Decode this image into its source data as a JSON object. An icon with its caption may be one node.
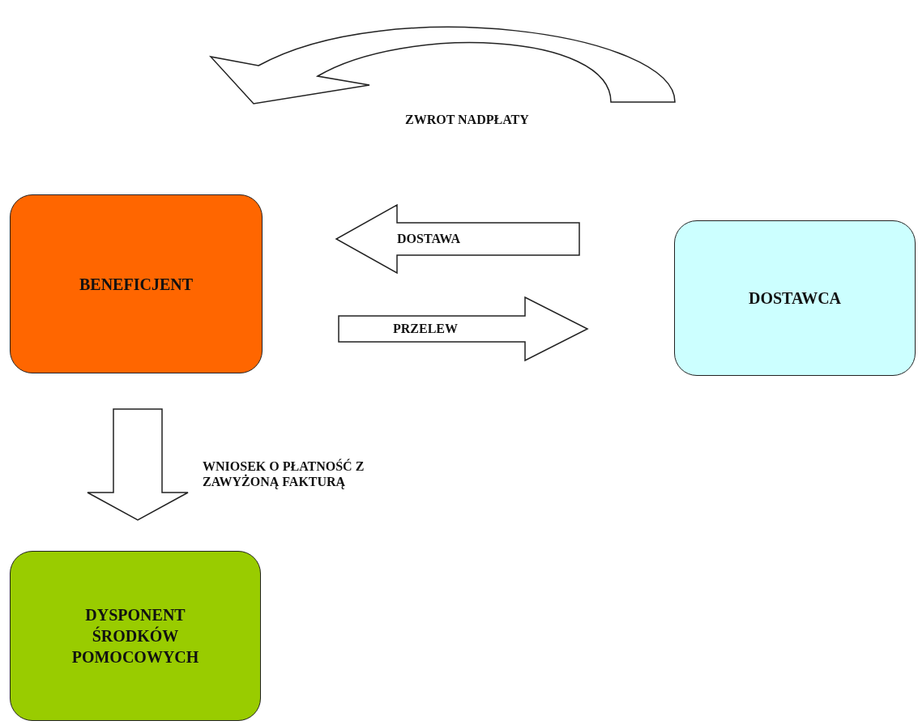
{
  "diagram": {
    "nodes": [
      {
        "text": [
          "BENEFICJENT"
        ]
      },
      {
        "text": [
          "DOSTAWCA"
        ]
      },
      {
        "text": [
          "DYSPONENT ŚRODKÓW POMOCOWYCH"
        ]
      }
    ],
    "edges": [
      {
        "from": 1,
        "to": 0,
        "arrow": "to",
        "label": "ZWROT NADPŁATY"
      },
      {
        "from": 1,
        "to": 0,
        "arrow": "to",
        "label": "DOSTAWA"
      },
      {
        "from": 0,
        "to": 1,
        "arrow": "to",
        "label": "PRZELEW"
      },
      {
        "from": 0,
        "to": 2,
        "arrow": "to",
        "label": "WNIOSEK O PŁATNOŚĆ Z ZAWYŻONĄ FAKTURĄ"
      }
    ]
  }
}
